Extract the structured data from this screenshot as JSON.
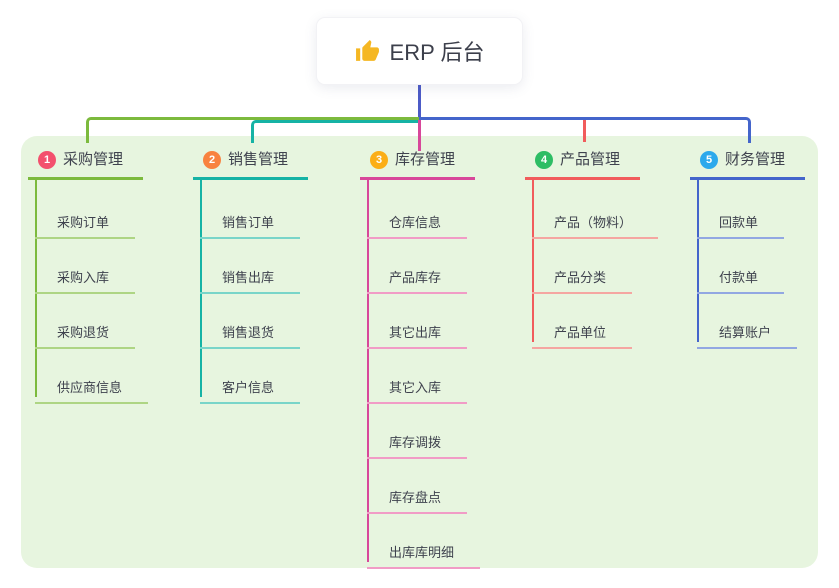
{
  "root": {
    "title": "ERP 后台",
    "icon": "thumbs-up"
  },
  "branches": [
    {
      "index": "1",
      "label": "采购管理",
      "badge_color": "#f3506d",
      "line_color": "#7cba3d",
      "child_line_color": "#aed584",
      "children": [
        "采购订单",
        "采购入库",
        "采购退货",
        "供应商信息"
      ]
    },
    {
      "index": "2",
      "label": "销售管理",
      "badge_color": "#f8823f",
      "line_color": "#16b3a5",
      "child_line_color": "#79d5c9",
      "children": [
        "销售订单",
        "销售出库",
        "销售退货",
        "客户信息"
      ]
    },
    {
      "index": "3",
      "label": "库存管理",
      "badge_color": "#fbae17",
      "line_color": "#d8479a",
      "child_line_color": "#f19cc6",
      "children": [
        "仓库信息",
        "产品库存",
        "其它出库",
        "其它入库",
        "库存调拨",
        "库存盘点",
        "出库库明细"
      ]
    },
    {
      "index": "4",
      "label": "产品管理",
      "badge_color": "#2dbd64",
      "line_color": "#f15c5c",
      "child_line_color": "#f5a6a1",
      "children": [
        "产品（物料）",
        "产品分类",
        "产品单位"
      ]
    },
    {
      "index": "5",
      "label": "财务管理",
      "badge_color": "#2ca9ec",
      "line_color": "#4465cb",
      "child_line_color": "#92a7e2",
      "children": [
        "回款单",
        "付款单",
        "结算账户"
      ]
    }
  ],
  "colors": {
    "panel_bg": "#e7f5df",
    "root_connector": "#4c5bc7",
    "text": "#3f424e",
    "icon_color": "#f5b723"
  }
}
